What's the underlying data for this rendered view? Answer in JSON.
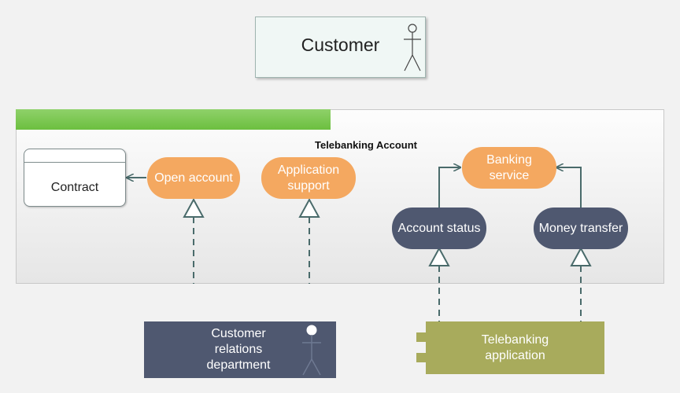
{
  "diagram": {
    "actor": {
      "label": "Customer"
    },
    "boundary": {
      "title": "Telebanking Account"
    },
    "contract": {
      "label": "Contract"
    },
    "services": {
      "open_account": "Open account",
      "application_support": [
        "Application",
        "support"
      ],
      "banking_service": [
        "Banking",
        "service"
      ],
      "account_status": "Account status",
      "money_transfer": "Money transfer"
    },
    "department": {
      "label": [
        "Customer",
        "relations",
        "department"
      ]
    },
    "application": {
      "label": [
        "Telebanking",
        "application"
      ]
    },
    "colors": {
      "orange": "#f4a860",
      "slate": "#4f5870",
      "olive": "#a8ab5c",
      "green": "#6cbf3f",
      "connector": "#4a6b6b"
    }
  }
}
